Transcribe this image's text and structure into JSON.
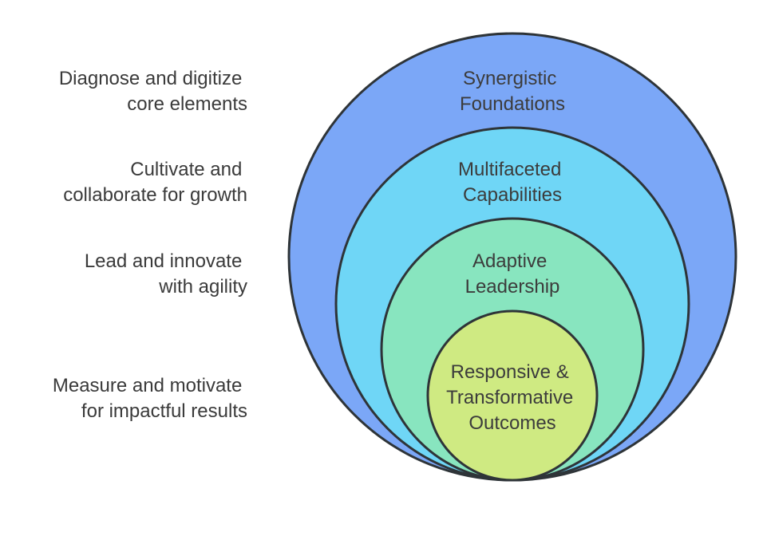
{
  "layers": [
    {
      "id": "synergistic",
      "lines": [
        "Synergistic",
        "Foundations"
      ],
      "fill": "#7BA7F7",
      "stroke": "#2E3438"
    },
    {
      "id": "multifaceted",
      "lines": [
        "Multifaceted",
        "Capabilities"
      ],
      "fill": "#6FD6F6",
      "stroke": "#2E3438"
    },
    {
      "id": "adaptive",
      "lines": [
        "Adaptive",
        "Leadership"
      ],
      "fill": "#88E5BF",
      "stroke": "#2E3438"
    },
    {
      "id": "outcomes",
      "lines": [
        "Responsive &",
        "Transformative",
        "Outcomes"
      ],
      "fill": "#CFEA82",
      "stroke": "#2E3438"
    }
  ],
  "descriptions": [
    {
      "id": "diagnose",
      "lines": [
        "Diagnose and digitize",
        "core elements"
      ]
    },
    {
      "id": "cultivate",
      "lines": [
        "Cultivate and",
        "collaborate for growth"
      ]
    },
    {
      "id": "lead",
      "lines": [
        "Lead and innovate",
        "with agility"
      ]
    },
    {
      "id": "measure",
      "lines": [
        "Measure and motivate",
        "for impactful results"
      ]
    }
  ],
  "colors": {
    "text": "#3C3C3C",
    "background": "#FFFFFF"
  }
}
